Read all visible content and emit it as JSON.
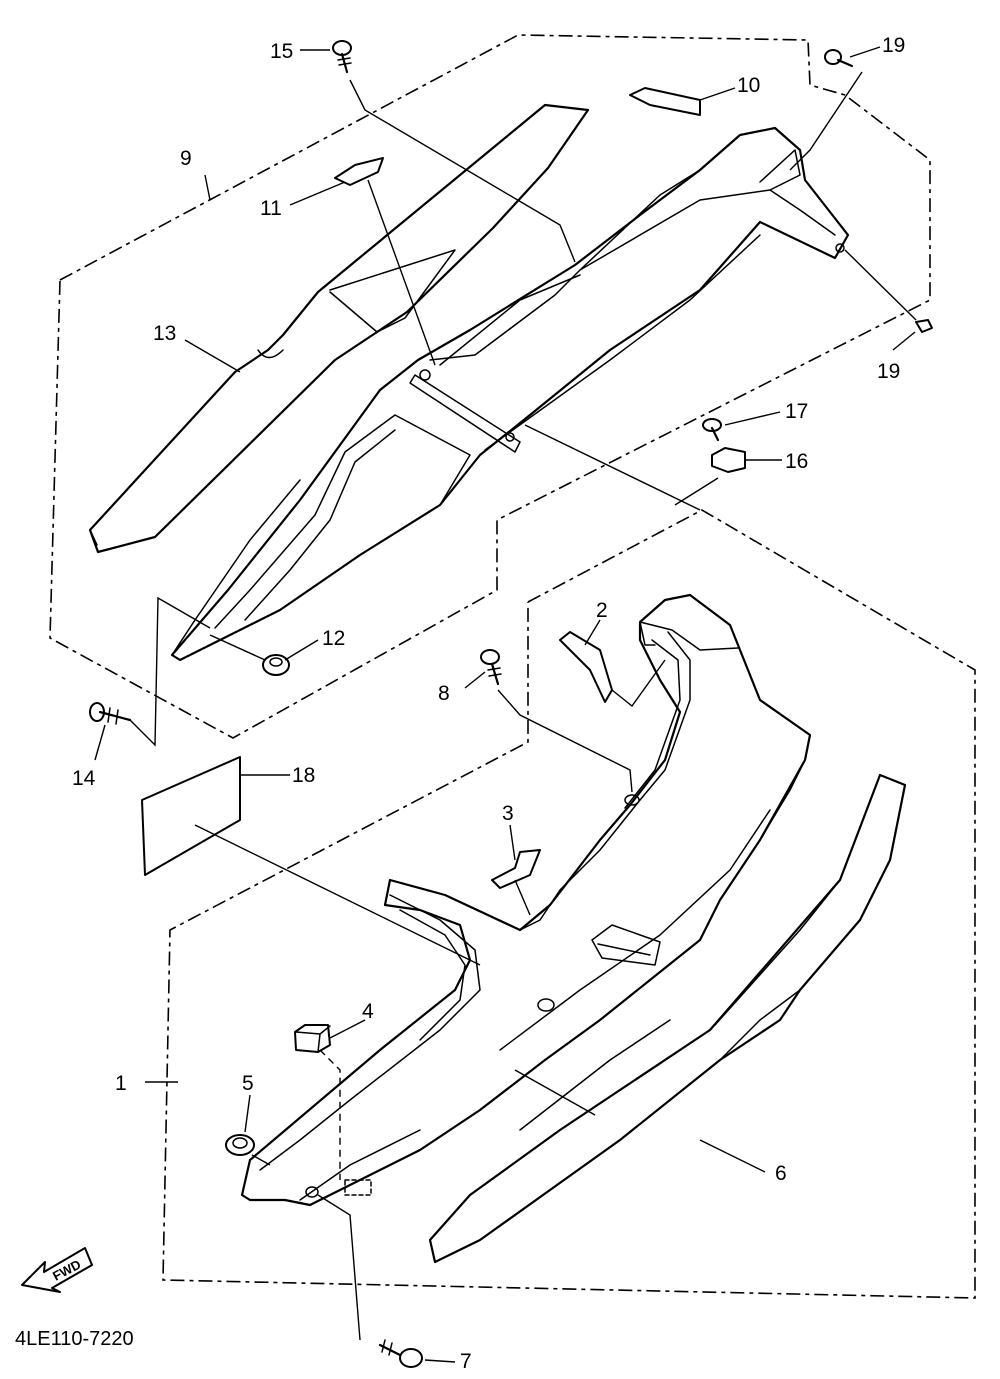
{
  "labels": {
    "p1": "1",
    "p2": "2",
    "p3": "3",
    "p4": "4",
    "p5": "5",
    "p6": "6",
    "p7": "7",
    "p8": "8",
    "p9": "9",
    "p10": "10",
    "p11": "11",
    "p12": "12",
    "p13": "13",
    "p14": "14",
    "p15": "15",
    "p16": "16",
    "p17": "17",
    "p18": "18",
    "p19a": "19",
    "p19b": "19"
  },
  "fwd_arrow_text": "FWD",
  "diagram_code": "4LE110-7220"
}
